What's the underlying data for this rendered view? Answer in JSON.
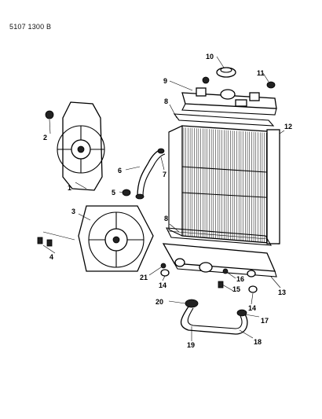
{
  "diagram_code": "5107 1300 B",
  "callouts": [
    "1",
    "2",
    "3",
    "4",
    "5",
    "6",
    "7",
    "8",
    "9",
    "10",
    "11",
    "12",
    "13",
    "14",
    "15",
    "16",
    "17",
    "18",
    "19",
    "20",
    "21"
  ]
}
